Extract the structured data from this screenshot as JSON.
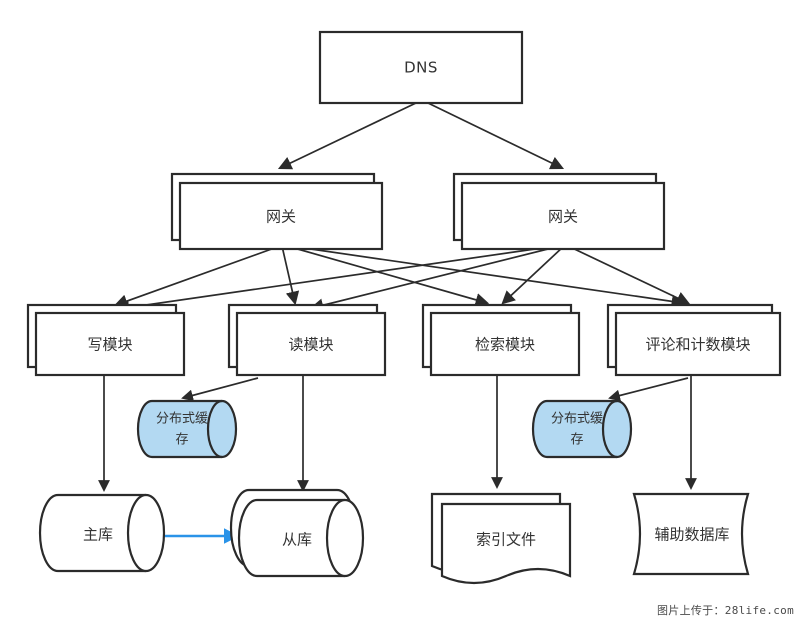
{
  "diagram": {
    "title": "DNS",
    "colors": {
      "stroke": "#2b2b2b",
      "text": "#333333",
      "cache_fill": "#b3d9f2",
      "replication_arrow": "#2a93e8",
      "background": "#ffffff"
    },
    "nodes": {
      "dns": {
        "label": "DNS",
        "shape": "rectangle"
      },
      "gateway_left": {
        "label": "网关",
        "shape": "stacked-rectangle"
      },
      "gateway_right": {
        "label": "网关",
        "shape": "stacked-rectangle"
      },
      "write_module": {
        "label": "写模块",
        "shape": "stacked-rectangle"
      },
      "read_module": {
        "label": "读模块",
        "shape": "stacked-rectangle"
      },
      "search_module": {
        "label": "检索模块",
        "shape": "stacked-rectangle"
      },
      "comment_module": {
        "label": "评论和计数模块",
        "shape": "stacked-rectangle"
      },
      "cache_left": {
        "label_line1": "分布式缓",
        "label_line2": "存",
        "shape": "cylinder"
      },
      "cache_right": {
        "label_line1": "分布式缓",
        "label_line2": "存",
        "shape": "cylinder"
      },
      "master_db": {
        "label": "主库",
        "shape": "cylinder"
      },
      "slave_db": {
        "label": "从库",
        "shape": "stacked-cylinder"
      },
      "index_file": {
        "label": "索引文件",
        "shape": "stacked-document"
      },
      "aux_db": {
        "label": "辅助数据库",
        "shape": "document"
      }
    },
    "edges": [
      {
        "from": "dns",
        "to": "gateway_left",
        "style": "solid"
      },
      {
        "from": "dns",
        "to": "gateway_right",
        "style": "solid"
      },
      {
        "from": "gateway_left",
        "to": "write_module",
        "style": "solid"
      },
      {
        "from": "gateway_left",
        "to": "read_module",
        "style": "solid"
      },
      {
        "from": "gateway_left",
        "to": "search_module",
        "style": "solid"
      },
      {
        "from": "gateway_left",
        "to": "comment_module",
        "style": "solid"
      },
      {
        "from": "gateway_right",
        "to": "write_module",
        "style": "solid"
      },
      {
        "from": "gateway_right",
        "to": "read_module",
        "style": "solid"
      },
      {
        "from": "gateway_right",
        "to": "search_module",
        "style": "solid"
      },
      {
        "from": "gateway_right",
        "to": "comment_module",
        "style": "solid"
      },
      {
        "from": "read_module",
        "to": "cache_left",
        "style": "solid"
      },
      {
        "from": "comment_module",
        "to": "cache_right",
        "style": "solid"
      },
      {
        "from": "write_module",
        "to": "master_db",
        "style": "solid"
      },
      {
        "from": "read_module",
        "to": "slave_db",
        "style": "solid"
      },
      {
        "from": "search_module",
        "to": "index_file",
        "style": "solid"
      },
      {
        "from": "comment_module",
        "to": "aux_db",
        "style": "solid"
      },
      {
        "from": "master_db",
        "to": "slave_db",
        "style": "solid-blue"
      }
    ]
  },
  "watermark": {
    "text": "图片上传于：28life.com"
  }
}
